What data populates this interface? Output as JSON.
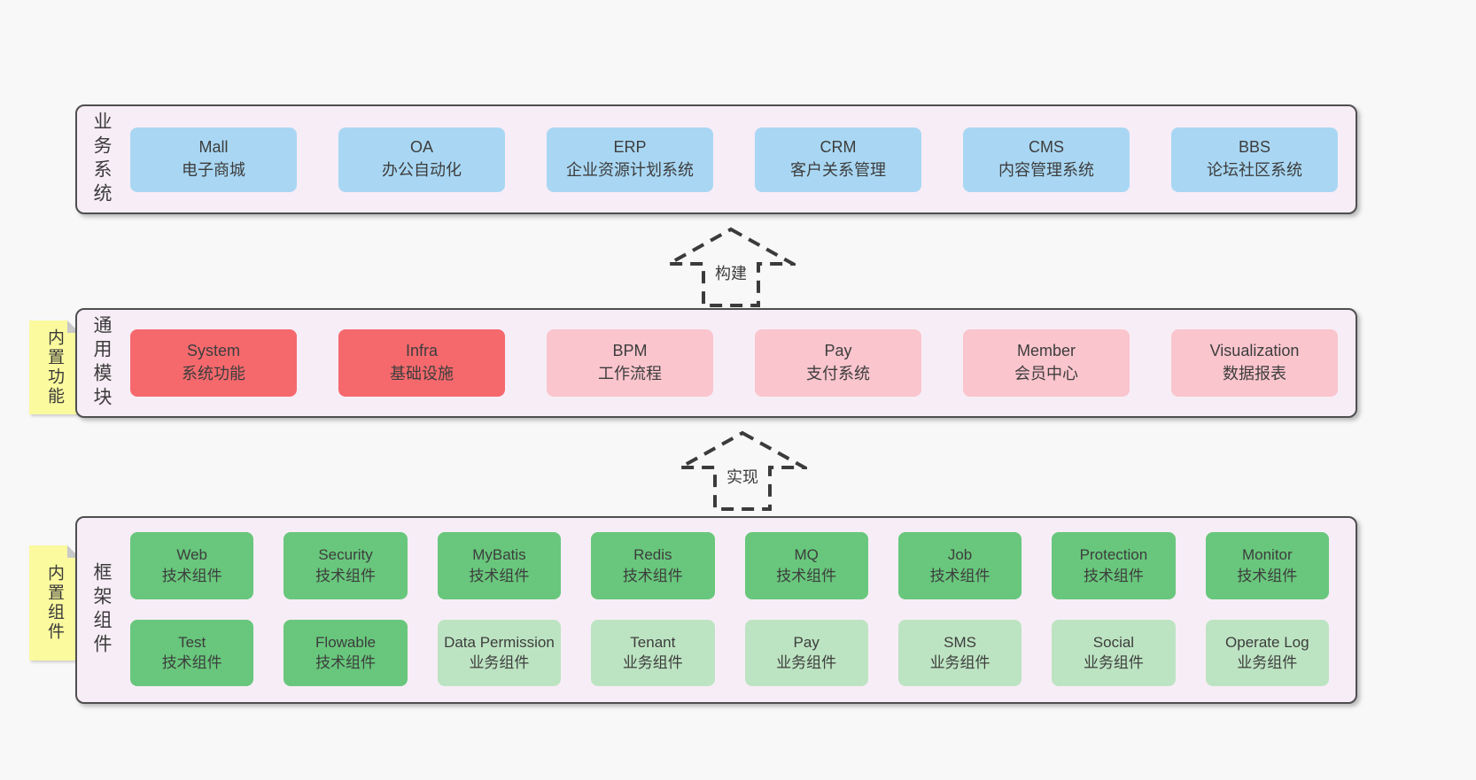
{
  "palette": {
    "background": "#f8f8f8",
    "layer_fill": "#f7edf6",
    "layer_border": "#4f4f4f",
    "blue_node": "#a9d7f3",
    "red_node": "#f5696d",
    "pink_node": "#fac5cd",
    "green_node": "#68c77c",
    "light_green_node": "#bde4c2",
    "note_yellow": "#fbfa9e",
    "note_fold": "#c8c8c8",
    "text": "#3d3d3d"
  },
  "arrows": [
    {
      "label": "构建"
    },
    {
      "label": "实现"
    }
  ],
  "layers": [
    {
      "label": "业务系统",
      "boxes": [
        {
          "title": "Mall",
          "subtitle": "电子商城"
        },
        {
          "title": "OA",
          "subtitle": "办公自动化"
        },
        {
          "title": "ERP",
          "subtitle": "企业资源计划系统"
        },
        {
          "title": "CRM",
          "subtitle": "客户关系管理"
        },
        {
          "title": "CMS",
          "subtitle": "内容管理系统"
        },
        {
          "title": "BBS",
          "subtitle": "论坛社区系统"
        }
      ]
    },
    {
      "label": "通用模块",
      "note": "内置功能",
      "boxes": [
        {
          "title": "System",
          "subtitle": "系统功能"
        },
        {
          "title": "Infra",
          "subtitle": "基础设施"
        },
        {
          "title": "BPM",
          "subtitle": "工作流程"
        },
        {
          "title": "Pay",
          "subtitle": "支付系统"
        },
        {
          "title": "Member",
          "subtitle": "会员中心"
        },
        {
          "title": "Visualization",
          "subtitle": "数据报表"
        }
      ]
    },
    {
      "label": "框架组件",
      "note": "内置组件",
      "rows": [
        [
          {
            "title": "Web",
            "subtitle": "技术组件"
          },
          {
            "title": "Security",
            "subtitle": "技术组件"
          },
          {
            "title": "MyBatis",
            "subtitle": "技术组件"
          },
          {
            "title": "Redis",
            "subtitle": "技术组件"
          },
          {
            "title": "MQ",
            "subtitle": "技术组件"
          },
          {
            "title": "Job",
            "subtitle": "技术组件"
          },
          {
            "title": "Protection",
            "subtitle": "技术组件"
          },
          {
            "title": "Monitor",
            "subtitle": "技术组件"
          }
        ],
        [
          {
            "title": "Test",
            "subtitle": "技术组件"
          },
          {
            "title": "Flowable",
            "subtitle": "技术组件"
          },
          {
            "title": "Data Permission",
            "subtitle": "业务组件"
          },
          {
            "title": "Tenant",
            "subtitle": "业务组件"
          },
          {
            "title": "Pay",
            "subtitle": "业务组件"
          },
          {
            "title": "SMS",
            "subtitle": "业务组件"
          },
          {
            "title": "Social",
            "subtitle": "业务组件"
          },
          {
            "title": "Operate Log",
            "subtitle": "业务组件"
          }
        ]
      ]
    }
  ]
}
